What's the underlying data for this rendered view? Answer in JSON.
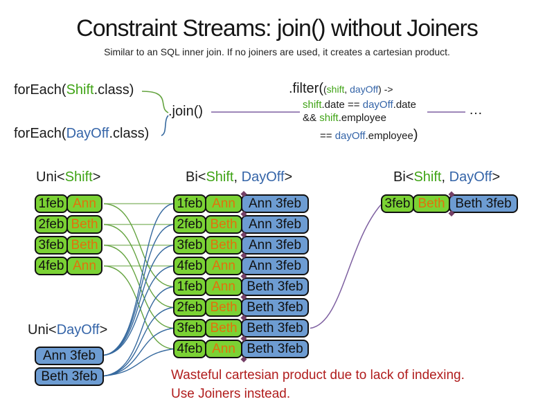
{
  "slide": {
    "title": "Constraint Streams: join() without Joiners",
    "subtitle": "Similar to an SQL inner join. If no joiners are used, it creates a cartesian product."
  },
  "colors": {
    "shift_green_text": "#3fa315",
    "dayoff_blue_text": "#3464a8",
    "shift_box_green": "#7bd234",
    "dayoff_box_blue": "#6d9cd2",
    "employee_orange": "#e2710c",
    "connector_green": "#64a33f",
    "connector_blue": "#36699e",
    "connector_purple": "#7d5fa0",
    "junction_diamond": "#743f66",
    "warning_red": "#b01c1c"
  },
  "code": {
    "foreach_shift": {
      "pre": "forEach(",
      "type": "Shift",
      "post": ".class)"
    },
    "foreach_dayoff": {
      "pre": "forEach(",
      "type": "DayOff",
      "post": ".class)"
    },
    "join_label": ".join()",
    "filter": {
      "head": ".filter(",
      "paren_open": "(",
      "arg_shift": "shift",
      "comma": ", ",
      "arg_dayoff": "dayOff",
      "arrow": ") ->",
      "date_shift": "shift",
      "date_mid": ".date == ",
      "date_dayoff": "dayOff",
      "date_end": ".date",
      "emp_and": "&& ",
      "emp_shift": "shift",
      "emp_end": ".employee",
      "emp2_eq": "== ",
      "emp2_dayoff": "dayOff",
      "emp2_end": ".employee",
      "close_paren": ")"
    },
    "ellipsis": "…"
  },
  "headers": {
    "uni_shift": {
      "pre": "Uni<",
      "type": "Shift",
      "post": ">"
    },
    "bi_mid": {
      "pre": "Bi<",
      "t1": "Shift",
      "sep": ", ",
      "t2": "DayOff",
      "post": ">"
    },
    "bi_right": {
      "pre": "Bi<",
      "t1": "Shift",
      "sep": ", ",
      "t2": "DayOff",
      "post": ">"
    },
    "uni_dayoff": {
      "pre": "Uni<",
      "type": "DayOff",
      "post": ">"
    }
  },
  "shift_list": [
    {
      "date": "1feb",
      "employee": "Ann"
    },
    {
      "date": "2feb",
      "employee": "Beth"
    },
    {
      "date": "3feb",
      "employee": "Beth"
    },
    {
      "date": "4feb",
      "employee": "Ann"
    }
  ],
  "dayoff_list": [
    {
      "label": "Ann 3feb"
    },
    {
      "label": "Beth 3feb"
    }
  ],
  "bi_rows": [
    {
      "date": "1feb",
      "employee": "Ann",
      "dayoff": "Ann 3feb"
    },
    {
      "date": "2feb",
      "employee": "Beth",
      "dayoff": "Ann 3feb"
    },
    {
      "date": "3feb",
      "employee": "Beth",
      "dayoff": "Ann 3feb"
    },
    {
      "date": "4feb",
      "employee": "Ann",
      "dayoff": "Ann 3feb"
    },
    {
      "date": "1feb",
      "employee": "Ann",
      "dayoff": "Beth 3feb"
    },
    {
      "date": "2feb",
      "employee": "Beth",
      "dayoff": "Beth 3feb"
    },
    {
      "date": "3feb",
      "employee": "Beth",
      "dayoff": "Beth 3feb"
    },
    {
      "date": "4feb",
      "employee": "Ann",
      "dayoff": "Beth 3feb"
    }
  ],
  "bi_result": {
    "date": "3feb",
    "employee": "Beth",
    "dayoff": "Beth 3feb"
  },
  "warning": {
    "line1": "Wasteful cartesian product due to lack of indexing.",
    "line2": "Use Joiners instead."
  }
}
